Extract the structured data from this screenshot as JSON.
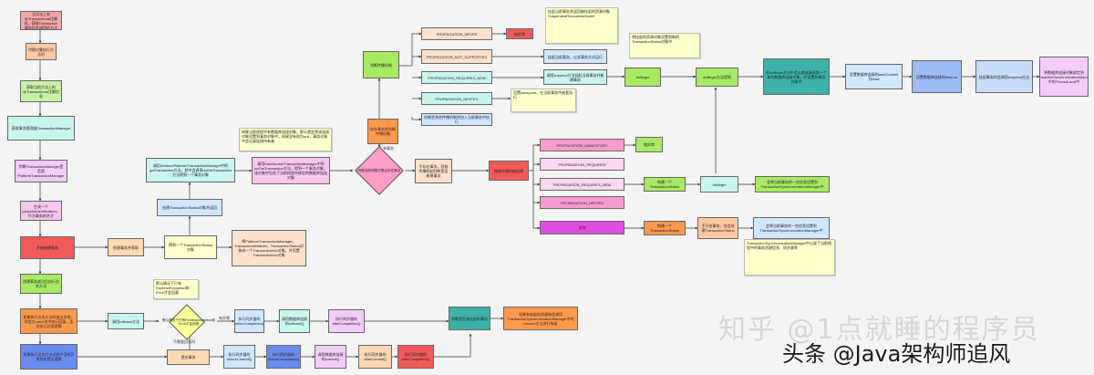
{
  "nodes": {
    "n_begin": "当方法上有@Transactional注解时，获取Transaction事务时会调用的方法",
    "n_proxy": "代理对象执行方法时",
    "n_interceptor": "获取当前方法上的@Transactional注解信息",
    "n_tm": "获取事务管理器TransactionManager",
    "n_ptm": "判断TransactionManager是否是PlatformTransactionManager",
    "n_joinpoint": "生成一个joinpointIdentification，作为事务的名字",
    "n_start": "开始创建事务",
    "n_biz": "创建事务成功后执行业务方法",
    "n_exec_fail": "如果执行业务方法时抛出异常，则会在catch块中执行回滚，否则执行后续逻辑",
    "n_exec_ok": "如果执行业务方法过程中没有异常则走提交逻辑",
    "n_get_tx": "创建事务并获取",
    "n_status": "得到一个TransactionStatus对象",
    "n_status_desc": "将PlatformTransactionManager、TransactionAttribute、TransactionStatus封装成一个TransactionInfo对象，并设置TransactionInfo对象",
    "n_abstract": "调用AbstractPlatformTransactionManager中的getTransaction方法，其中会调用doGetTransaction方法得到一个事务对象",
    "n_dsm": "调用DataSourceTransactionManager中的doGetTransaction方法，得到一个事务对象，该对象中包含了当前线程中绑定的数据库连接对象",
    "n_note1": "如果当前线程中有数据库连接对象，那么就会将该连接对象设置到事务对象中，如果没有则为null，事务对象中会记录连接持有者",
    "n_status_create": "创建TransactionStatus对象并返回",
    "n_rollback_entry": "调用rollback方法",
    "n_rollback_note": "默认情况下只有RuntimeException和Error才会回滚",
    "n_before_c": "执行同步器的beforeCompletion()",
    "n_rb_conn": "调用数据库连接的rollback()",
    "n_after_c": "执行同步器的afterCompletion()",
    "n_resume": "判断是否有挂起的事务",
    "n_resume2": "如果有挂起的资源则会调用TransactionSynchronizationManager中的resume方法进行恢复",
    "n_commit_entry": "提交事务",
    "n_bc": "执行同步器的beforeCommit()",
    "n_bcomp": "执行同步器的beforeCompletion()",
    "n_commit_conn": "调用数据库连接的commit()",
    "n_ac": "执行同步器的afterCommit()",
    "n_acomp": "执行同步器的afterCompletion()",
    "n_exists": "判断当前线程中是否存在事务",
    "n_yes_prop": "存在事务则判断传播机制",
    "n_no_prop": "不存在事务，则按传播机制判断是否新建事务",
    "n_prop_check": "判断传播机制",
    "n_never": "PROPAGATION_NEVER",
    "n_never_r": "抛异常",
    "n_not_supp": "PROPAGATION_NOT_SUPPORTED",
    "n_not_supp_r": "挂起当前事务，以非事务方式运行",
    "n_req_new": "PROPAGATION_REQUIRES_NEW",
    "n_req_new_r": "调用suspend方法挂起当前事务并新建事务",
    "n_nested": "PROPAGATION_NESTED",
    "n_nested_r": "设置savepoint，在当前事务中嵌套执行",
    "n_other": "如果是其他传播机制则加入当前事务中执行",
    "n_note_suspend": "挂起当前事务并返回被挂起的资源对象SuspendedResourcesHolder",
    "n_note_status": "将挂起的资源对象设置到新的TransactionStatus对象中",
    "n_dobegin_top": "doBegin",
    "n_dobegin_top2": "doBegin方法逻辑",
    "n_dobegin_desc": "在doBegin方法中会从数据源获取一个新的数据库连接对象，并设置到事务对象中",
    "n_autocommit": "设置数据库连接的autoCommit为false",
    "n_timeout": "设置数据库连接的timeout",
    "n_bind": "将数据库连接对象绑定到TransactionSynchronizationManager中的ThreadLocal中",
    "n_create_mid": "按照传播机制创建",
    "n_mandatory": "PROPAGATION_MANDATORY",
    "n_mandatory_r": "抛异常",
    "n_required": "PROPAGATION_REQUIRED",
    "n_req_new2": "PROPAGATION_REQUIRES_NEW",
    "n_nested2": "PROPAGATION_NESTED",
    "n_others2": "其他",
    "n_status2": "构建一个TransactionStatus",
    "n_dobegin2": "doBegin",
    "n_sync2": "会将当前事务的一些信息设置到TransactionSynchronizationManager中",
    "n_status3": "构建一个TransactionStatus",
    "n_nonsync": "不开启事务，但会创建TransactionStatus",
    "n_sync3": "会将当前事务的一些信息设置到TransactionSynchronizationManager中",
    "n_sync_note": "TransactionSynchronizationManager中记录了当前线程中的事务资源信息、同步器等",
    "n_timeout_note": "挂起事务时会调用suspend方法"
  },
  "labels": {
    "no_tx": "无事务",
    "yes_tx": "有事务",
    "has_ex": "有异常",
    "no_ex": "不需要回滚时"
  },
  "watermark": {
    "line1": "知乎 @1点就睡的程序员",
    "line2": "头条 @Java架构师追风"
  }
}
